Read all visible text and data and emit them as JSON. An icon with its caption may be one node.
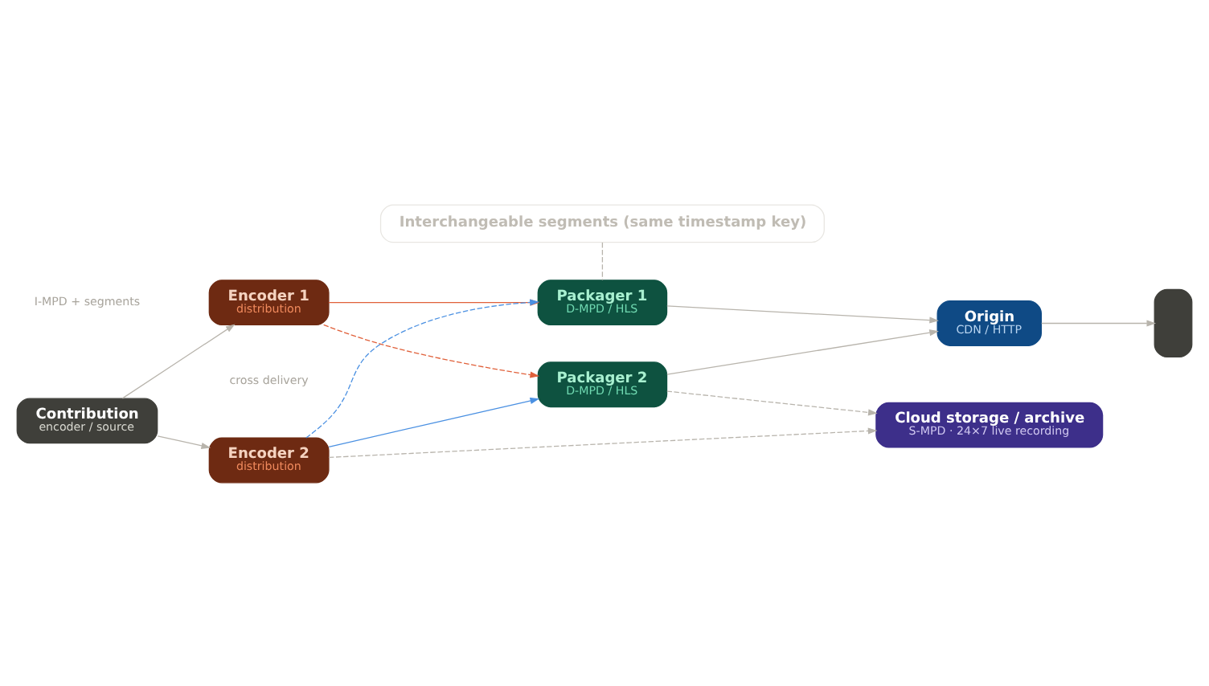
{
  "diagram": {
    "nodes": [
      {
        "text": [
          "Contribution",
          "encoder / source"
        ]
      },
      {
        "text": [
          "Encoder 1",
          "distribution"
        ]
      },
      {
        "text": [
          "Packager 1",
          "D-MPD / HLS"
        ]
      },
      {
        "text": [
          "Encoder 2",
          "distribution"
        ]
      },
      {
        "text": [
          "Packager 2",
          "D-MPD / HLS"
        ]
      },
      {
        "text": [
          "Origin",
          "CDN / HTTP"
        ]
      },
      {
        "text": [],
        "shape": "box"
      },
      {
        "text": [
          "Cloud storage / archive",
          "S-MPD · 24×7 live recording"
        ]
      },
      {
        "text": [
          "Interchangeable segments (same timestamp key)"
        ]
      }
    ],
    "edges": [
      {
        "from": 0,
        "to": 1,
        "arrow": "to"
      },
      {
        "from": 0,
        "to": 3,
        "arrow": "to"
      },
      {
        "from": 1,
        "to": 2,
        "arrow": "to",
        "color": "#e0603a"
      },
      {
        "from": 1,
        "to": 4,
        "arrow": "to",
        "style": "dashed",
        "color": "#e0603a"
      },
      {
        "from": 3,
        "to": 2,
        "arrow": "to",
        "style": "dashed",
        "color": "#4a90e2"
      },
      {
        "from": 3,
        "to": 4,
        "arrow": "to",
        "color": "#4a90e2"
      },
      {
        "from": 2,
        "to": 5,
        "arrow": "to"
      },
      {
        "from": 4,
        "to": 5,
        "arrow": "to"
      },
      {
        "from": 5,
        "to": 6,
        "arrow": "to"
      },
      {
        "from": 3,
        "to": 7,
        "arrow": "to",
        "style": "dashed"
      },
      {
        "from": 4,
        "to": 7,
        "arrow": "to",
        "style": "dashed"
      },
      {
        "from": 8,
        "to": 2,
        "arrow": "none",
        "style": "dashed"
      }
    ],
    "labels": [
      "I-MPD + segments",
      "cross delivery"
    ]
  }
}
